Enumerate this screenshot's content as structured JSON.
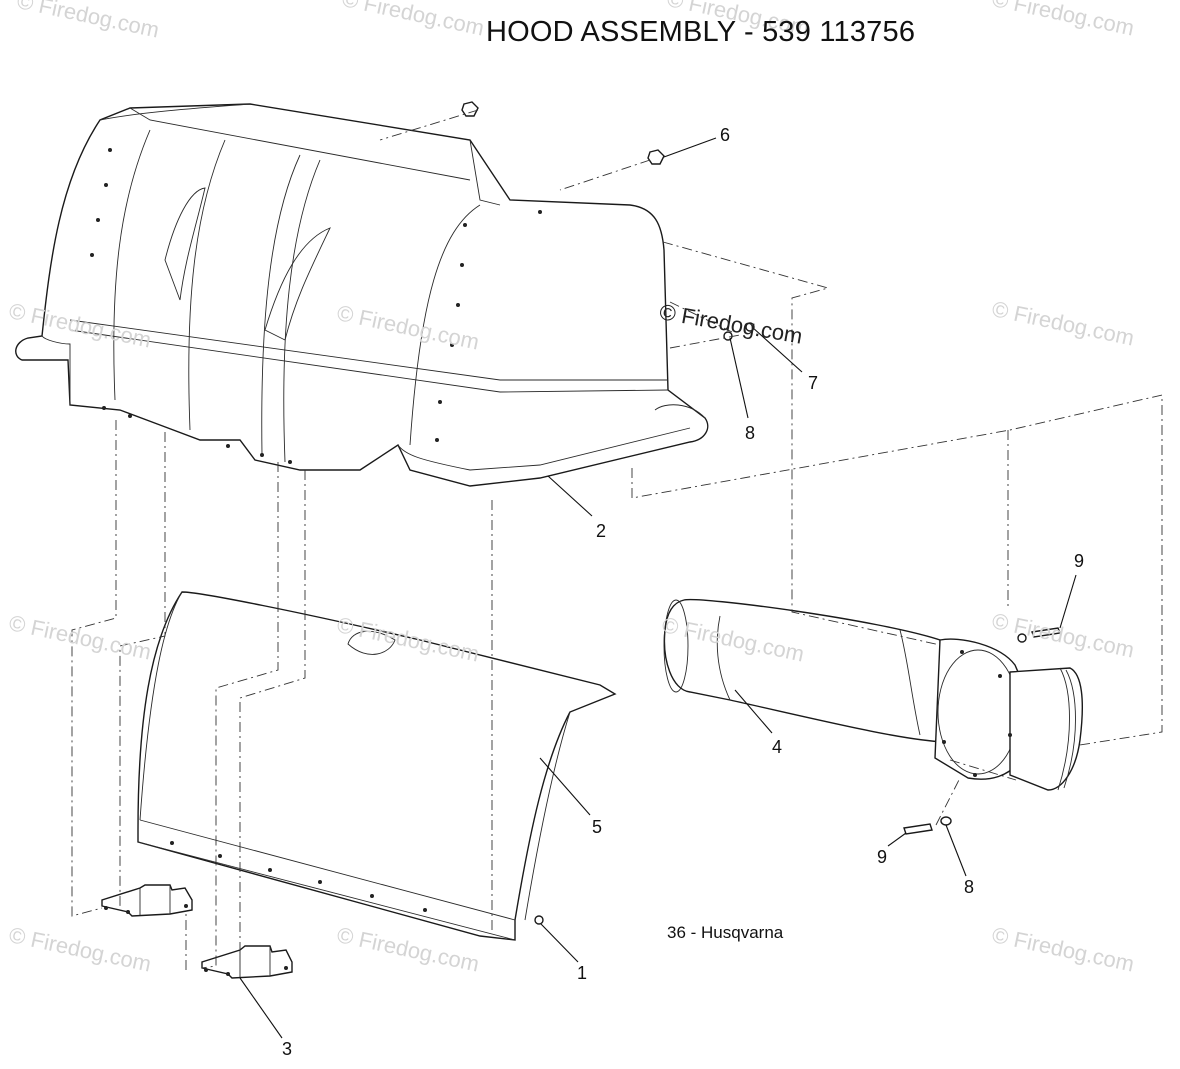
{
  "title": "HOOD ASSEMBLY - 539 113756",
  "page_label": "36 - Husqvarna",
  "copyright": "© Firedog.com",
  "watermark": "© Firedog.com",
  "callouts": {
    "c1": "1",
    "c2": "2",
    "c3": "3",
    "c4": "4",
    "c5": "5",
    "c6": "6",
    "c7": "7",
    "c8a": "8",
    "c8b": "8",
    "c9a": "9",
    "c9b": "9"
  }
}
